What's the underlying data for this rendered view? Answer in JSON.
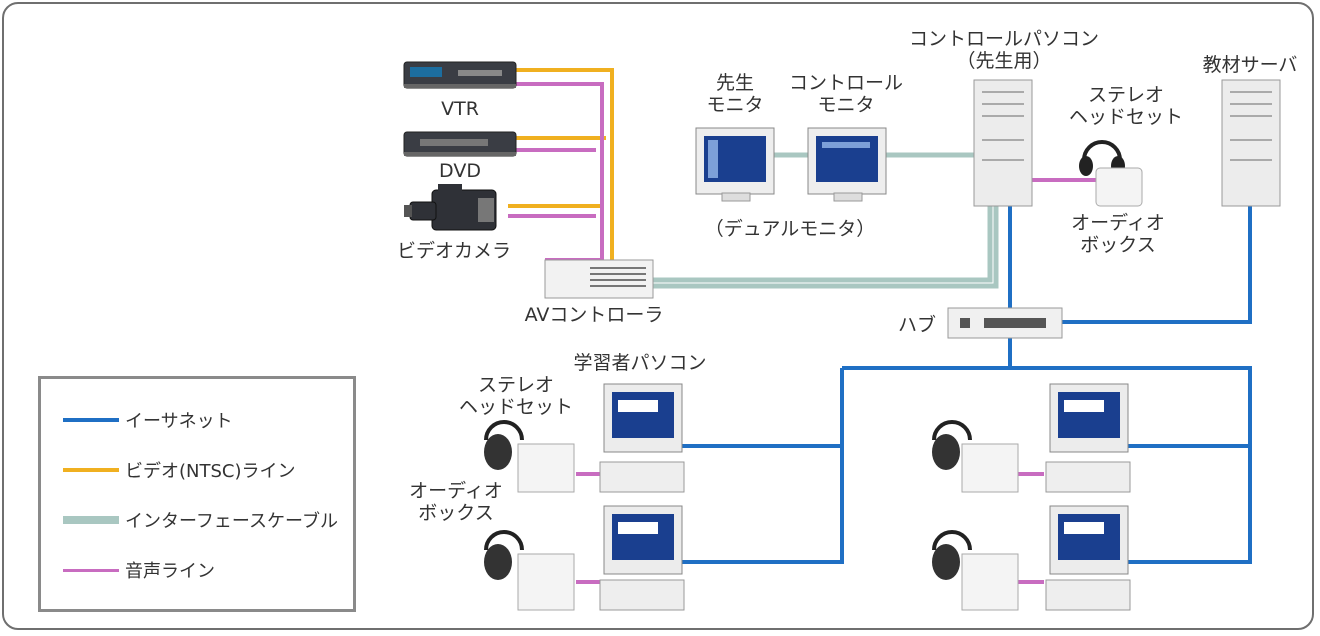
{
  "devices": {
    "vtr": "VTR",
    "dvd": "DVD",
    "video_camera": "ビデオカメラ",
    "av_controller": "AVコントローラ",
    "teacher_monitor": "先生\nモニタ",
    "control_monitor": "コントロール\nモニタ",
    "dual_monitor": "（デュアルモニタ）",
    "control_pc": "コントロールパソコン\n（先生用）",
    "material_server": "教材サーバ",
    "stereo_headset_teacher": "ステレオ\nヘッドセット",
    "audio_box_teacher": "オーディオ\nボックス",
    "hub": "ハブ",
    "student_pc": "学習者パソコン",
    "stereo_headset_student": "ステレオ\nヘッドセット",
    "audio_box_student": "オーディオ\nボックス"
  },
  "legend": [
    {
      "label": "イーサネット",
      "color": "#1f6fc4"
    },
    {
      "label": "ビデオ(NTSC)ライン",
      "color": "#f0b020"
    },
    {
      "label": "インターフェースケーブル",
      "color": "#a9c7c1"
    },
    {
      "label": "音声ライン",
      "color": "#c86cc0"
    }
  ]
}
